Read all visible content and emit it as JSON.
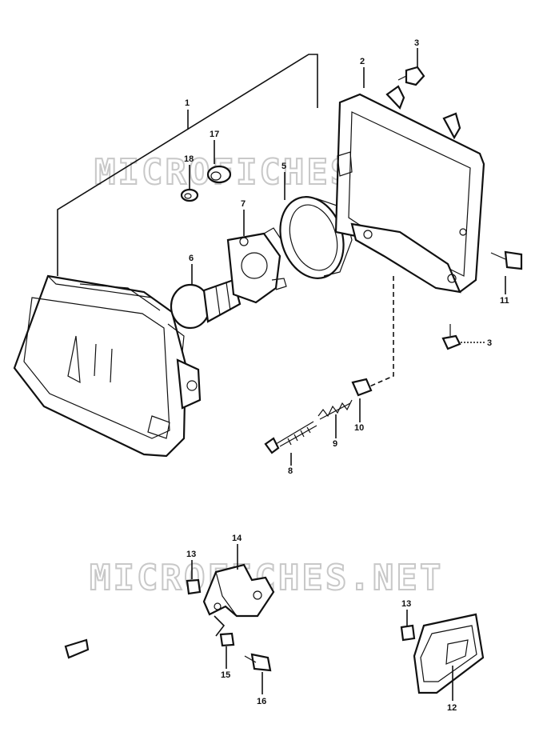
{
  "watermark": {
    "top": "MICROFICHES.NET",
    "bottom": "MICROFICHES.NET"
  },
  "callouts": {
    "c1": "1",
    "c2": "2",
    "c3a": "3",
    "c3b": "3",
    "c6": "6",
    "c5": "5",
    "c7": "7",
    "c8": "8",
    "c9": "9",
    "c10": "10",
    "c11": "11",
    "c12": "12",
    "c13a": "13",
    "c13b": "13",
    "c14": "14",
    "c15": "15",
    "c16": "16",
    "c17": "17",
    "c18": "18"
  }
}
